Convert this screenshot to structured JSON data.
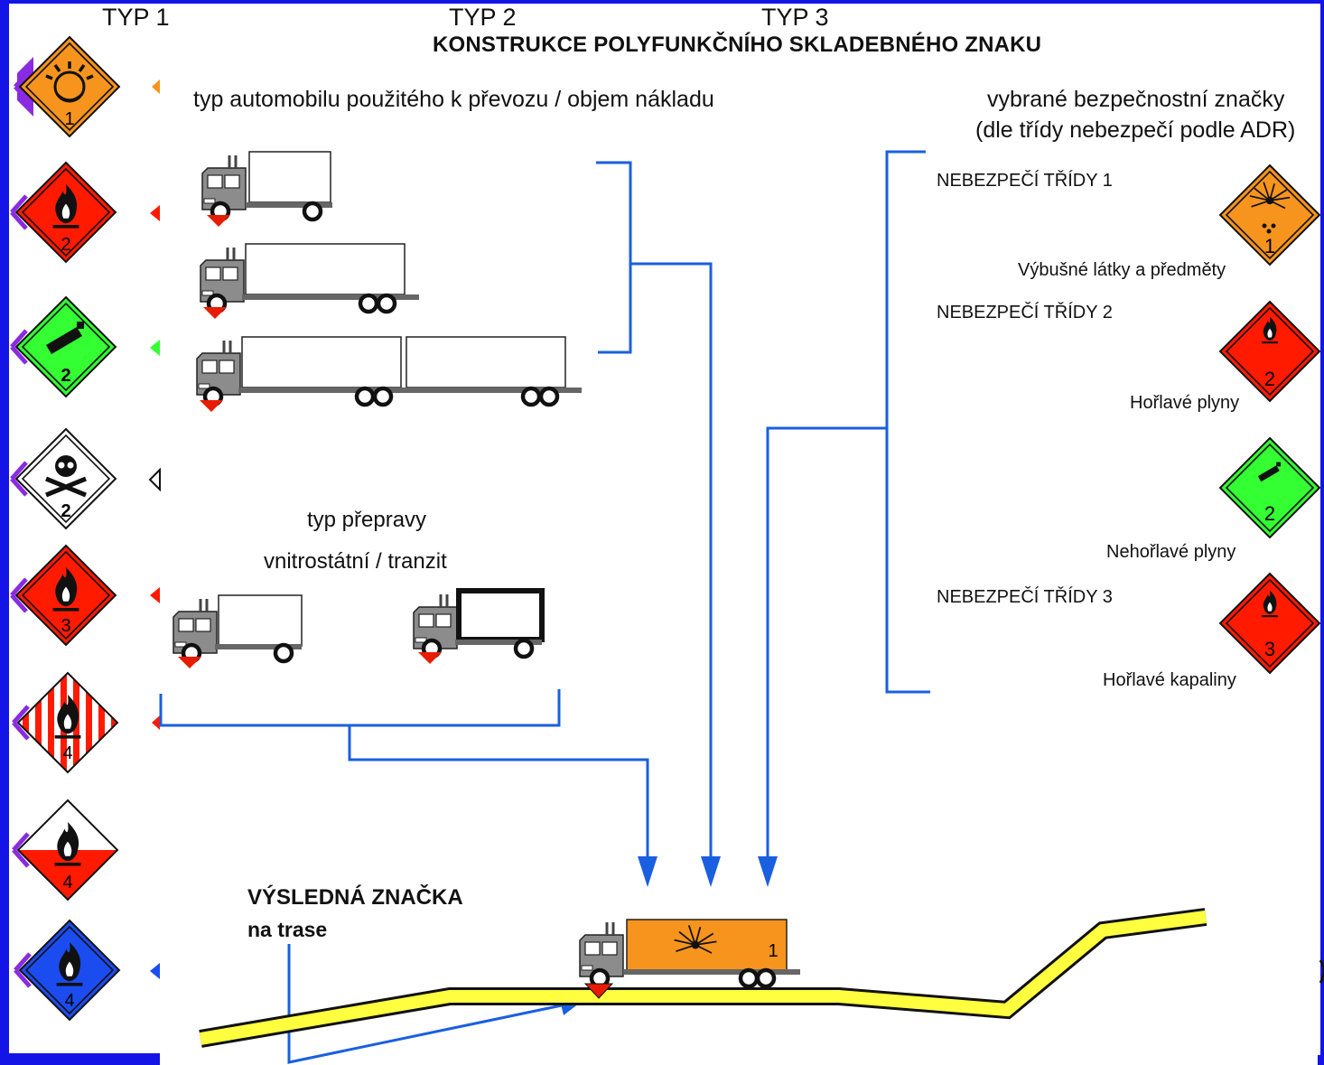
{
  "header": {
    "typ1": "TYP 1",
    "typ2": "TYP 2",
    "typ3": "TYP 3",
    "title": "KONSTRUKCE POLYFUNKČNÍHO SKLADEBNÉHO ZNAKU"
  },
  "vehicle_section": {
    "heading": "typ automobilu použitého k převozu / objem nákladu"
  },
  "transport_section": {
    "heading": "typ přepravy",
    "subheading": "vnitrostátní / tranzit"
  },
  "safety_section": {
    "heading_line1": "vybrané bezpečnostní značky",
    "heading_line2": "(dle třídy nebezpečí podle ADR)",
    "class1_label": "NEBEZPEČÍ TŘÍDY 1",
    "class2_label": "NEBEZPEČÍ TŘÍDY 2",
    "class3_label": "NEBEZPEČÍ TŘÍDY 3",
    "sign_explosive_caption": "Výbušné látky a předměty",
    "sign_flammable_gas_caption": "Hořlavé plyny",
    "sign_nonflammable_gas_caption": "Nehořlavé plyny",
    "sign_flammable_liquid_caption": "Hořlavé kapaliny",
    "sign_explosive_number": "1",
    "sign_flammable_gas_number": "2",
    "sign_nonflammable_gas_number": "2",
    "sign_flammable_liquid_number": "3"
  },
  "result": {
    "line1": "VÝSLEDNÁ ZNAČKA",
    "line2": "na trase",
    "truck_number": "1"
  },
  "left_column_numbers": [
    "1",
    "2",
    "2",
    "2",
    "3",
    "4",
    "4",
    "4"
  ],
  "colors": {
    "frame_blue": "#1414e6",
    "connector_blue": "#1a5fe0",
    "explosive_orange": "#f7941d",
    "flammable_red": "#ff1a00",
    "nonflammable_green": "#33ff33",
    "water_reactive_blue": "#1a4cf0",
    "road_yellow": "#ffff40",
    "truck_gray": "#8c8c8c",
    "marker_red": "#e81c00"
  }
}
